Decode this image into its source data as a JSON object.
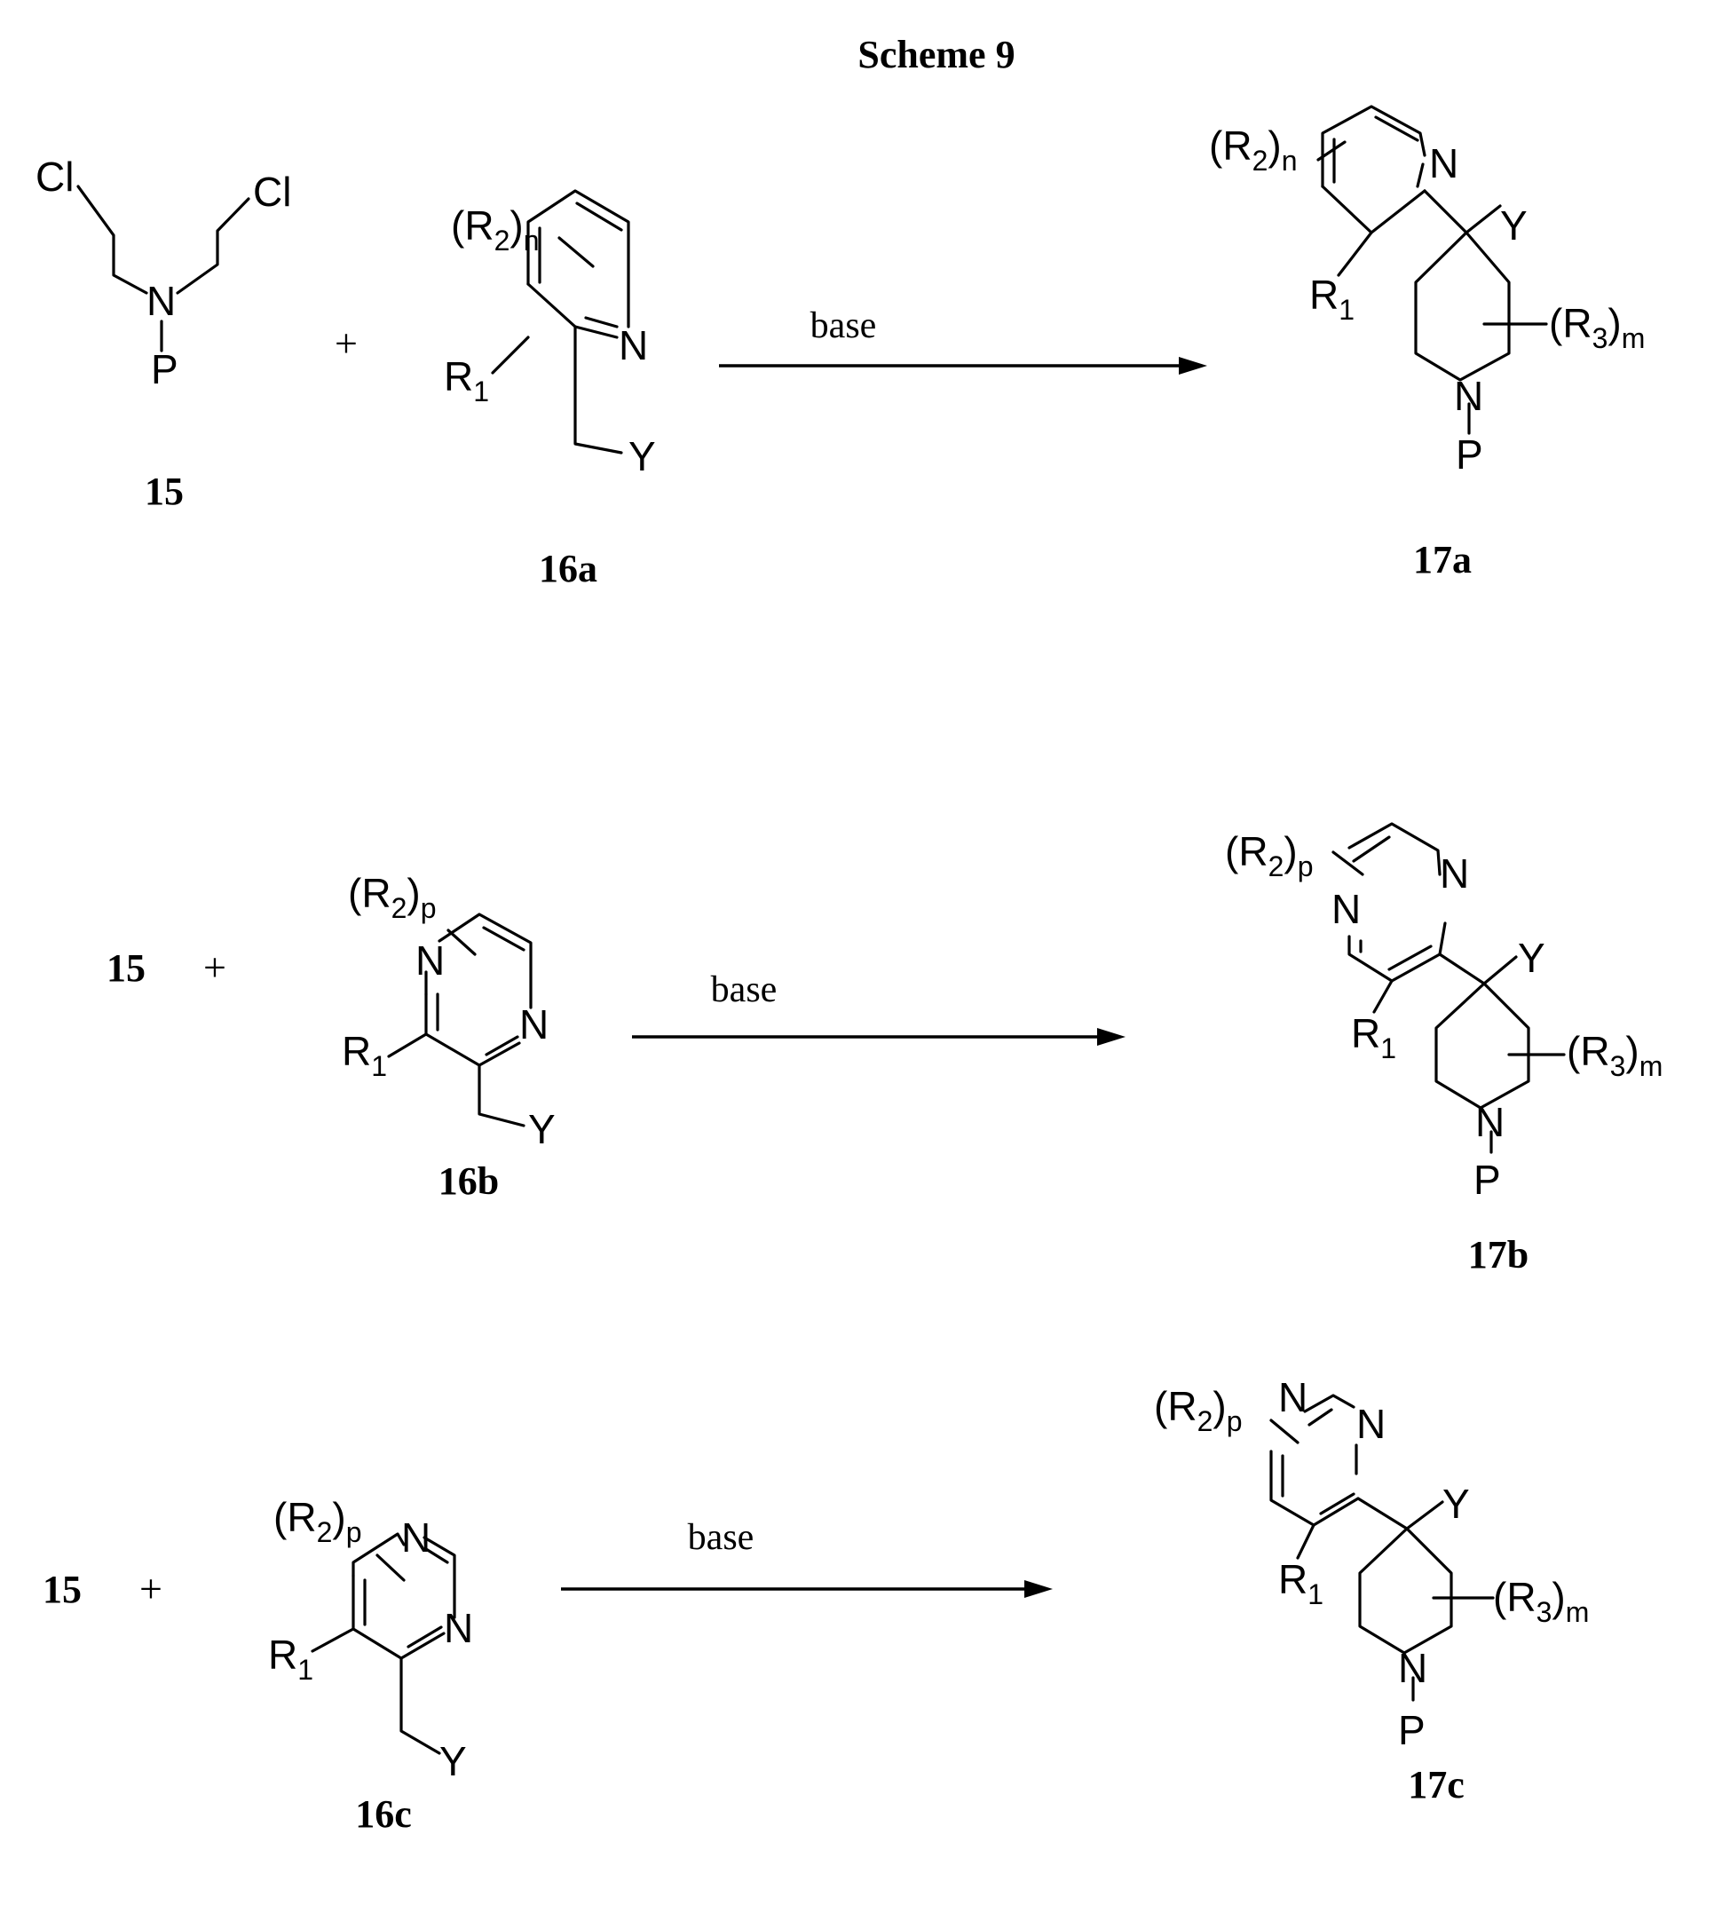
{
  "title": "Scheme 9",
  "reagent_label": "base",
  "plus_sign": "+",
  "compounds": {
    "c15": "15",
    "c16a": "16a",
    "c17a": "17a",
    "c16b": "16b",
    "c17b": "17b",
    "c16c": "16c",
    "c17c": "17c"
  },
  "atoms": {
    "Cl": "Cl",
    "N": "N",
    "P": "P",
    "Y": "Y",
    "R": "R",
    "sub1": "1",
    "sub2": "2",
    "sub3": "3",
    "n": "n",
    "m": "m",
    "p": "p",
    "open_paren": "(",
    "close_paren": ")"
  }
}
